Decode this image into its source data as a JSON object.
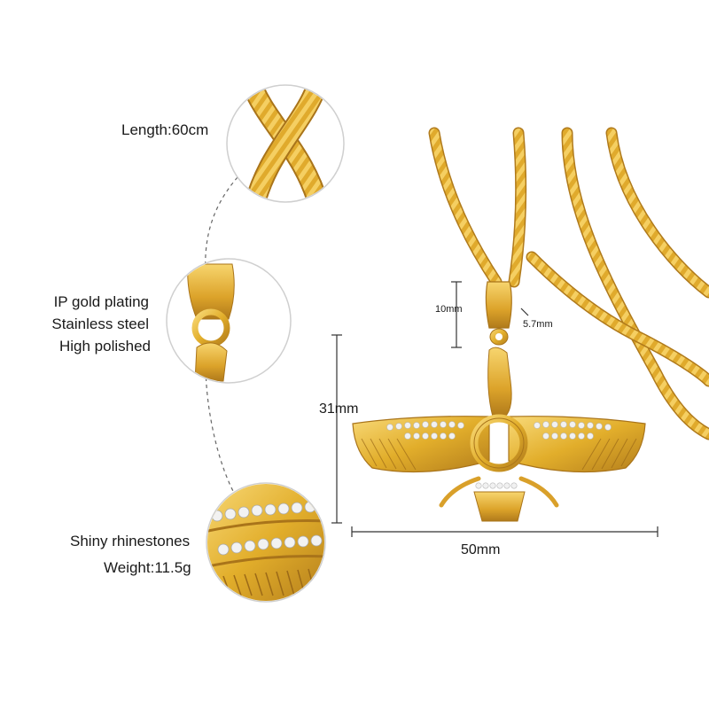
{
  "specs": {
    "length": "Length:60cm",
    "plating": "IP gold plating",
    "material": "Stainless steel",
    "finish": "High polished",
    "stones": "Shiny rhinestones",
    "weight": "Weight:11.5g"
  },
  "dimensions": {
    "bail_height": "10mm",
    "bail_width": "5.7mm",
    "pendant_height": "31mm",
    "pendant_width": "50mm"
  },
  "colors": {
    "gold": "#e2ae2b",
    "gold_light": "#f6d36a",
    "gold_dark": "#a9741a",
    "stone": "#f1f1f1",
    "circle_border": "#cfcfcf",
    "dash": "#666666"
  }
}
